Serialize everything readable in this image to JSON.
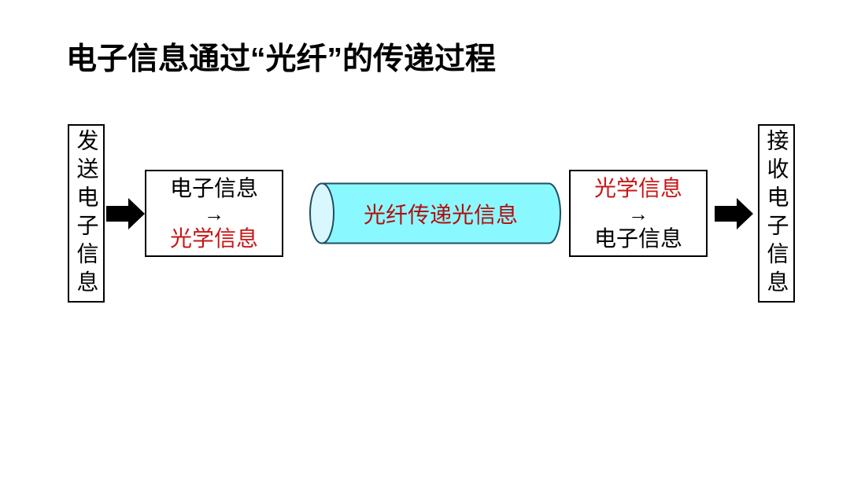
{
  "title": "电子信息通过“光纤”的传递过程",
  "flow": {
    "sender": {
      "label": "发送电子信息"
    },
    "encode_box": {
      "line1": "电子信息",
      "arrow": "→",
      "line2": "光学信息"
    },
    "fiber": {
      "label": "光纤传递光信息"
    },
    "decode_box": {
      "line1": "光学信息",
      "arrow": "→",
      "line2": "电子信息"
    },
    "receiver": {
      "label": "接收电子信息"
    }
  },
  "icons": {
    "arrow_left": "right-block-arrow",
    "arrow_right": "right-block-arrow"
  },
  "colors": {
    "text-black": "#000000",
    "box-border": "#000000",
    "arrow-fill": "#000000",
    "red-accent": "#c81616",
    "fiber-red": "#b50d0d",
    "fiber-fill": "#8af9ff",
    "fiber-cap-fill": "#d9f7ff",
    "fiber-border": "#1f4e66"
  }
}
